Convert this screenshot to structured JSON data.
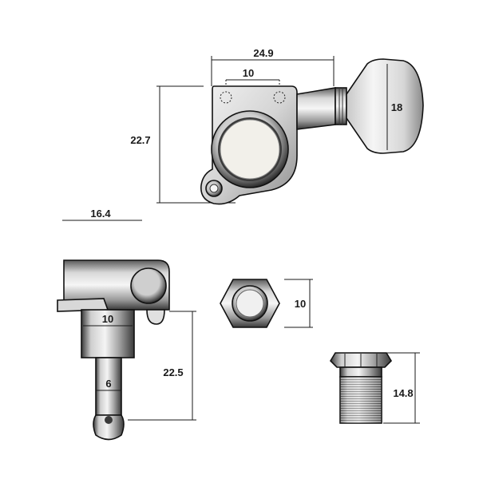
{
  "dimensions": {
    "total_width": "24.9",
    "hole_spacing_top": "10",
    "height": "22.7",
    "button_height": "18",
    "base_width": "16.4",
    "bushing_width_side": "10",
    "post_length": "22.5",
    "post_diameter": "6",
    "nut_width": "10",
    "bushing_length": "14.8"
  },
  "colors": {
    "metal_light": "#e8e8e8",
    "metal_mid": "#9a9a9a",
    "metal_dark": "#3a3a3a",
    "knob_face": "#f2f0ea",
    "line": "#1a1a1a"
  }
}
